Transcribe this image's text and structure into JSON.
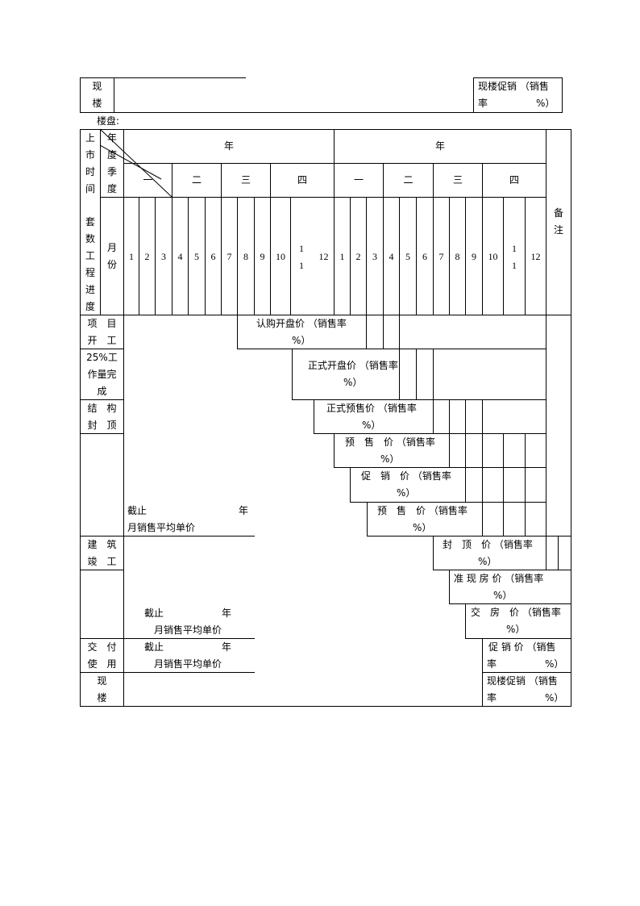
{
  "top": {
    "left_label": [
      "现",
      "楼"
    ],
    "promo_label": "现楼促销 （销售",
    "promo_rate": "率　　　　　%）"
  },
  "property_label": "楼盘:",
  "header": {
    "launch_time": [
      "上",
      "市",
      "时",
      "间"
    ],
    "year_label": [
      "年",
      "度"
    ],
    "quarter_label": [
      "季",
      "度"
    ],
    "month_label": [
      "月",
      "份"
    ],
    "progress_label": [
      "套",
      "数",
      "工",
      "程",
      "进",
      "度"
    ],
    "year_1": "年",
    "year_2": "年",
    "quarters": [
      "一",
      "二",
      "三",
      "四"
    ],
    "months": [
      "1",
      "2",
      "3",
      "4",
      "5",
      "6",
      "7",
      "8",
      "9",
      "10",
      "1 1",
      "12"
    ],
    "remarks": [
      "备",
      "注"
    ]
  },
  "milestones": {
    "project_start": [
      "项　目",
      "开　工"
    ],
    "work_25": [
      "25%工",
      "作量完",
      "成"
    ],
    "structure_top": [
      "结　构",
      "封　顶"
    ],
    "completion": [
      "建　筑",
      "竣　工"
    ],
    "delivery": [
      "交　付",
      "使　用"
    ],
    "existing": [
      "现",
      "楼"
    ]
  },
  "prices": {
    "subscription": [
      "认购开盘价 （销售率",
      "%）"
    ],
    "official_open": [
      "正式开盘价 （销售率",
      "%）"
    ],
    "official_presale": [
      "正式预售价 （销售率",
      "%）"
    ],
    "presale_1": [
      "预　售　价 （销售率",
      "%）"
    ],
    "promo": [
      "促　销　价 （销售率",
      "%）"
    ],
    "presale_2": [
      "预　售　价 （销售率",
      "%）"
    ],
    "topping": [
      "封　顶　价 （销售率",
      "%）"
    ],
    "quasi_existing": [
      "准 现 房 价 （销售率",
      "%）"
    ],
    "handover": [
      "交　房　价 （销售率",
      "%）"
    ],
    "promo_final": [
      "促 销 价 （销售",
      "率　　　　　%）"
    ],
    "existing_promo": [
      "现楼促销 （销售",
      "率　　　　　%）"
    ]
  },
  "avg_price": {
    "a": {
      "prefix": "截止",
      "year": "年",
      "line2": "月销售平均单价"
    },
    "b": {
      "prefix": "截止",
      "year": "年",
      "line2": "月销售平均单价"
    },
    "c": {
      "prefix": "截止",
      "year": "年",
      "line2": "月销售平均单价"
    }
  }
}
